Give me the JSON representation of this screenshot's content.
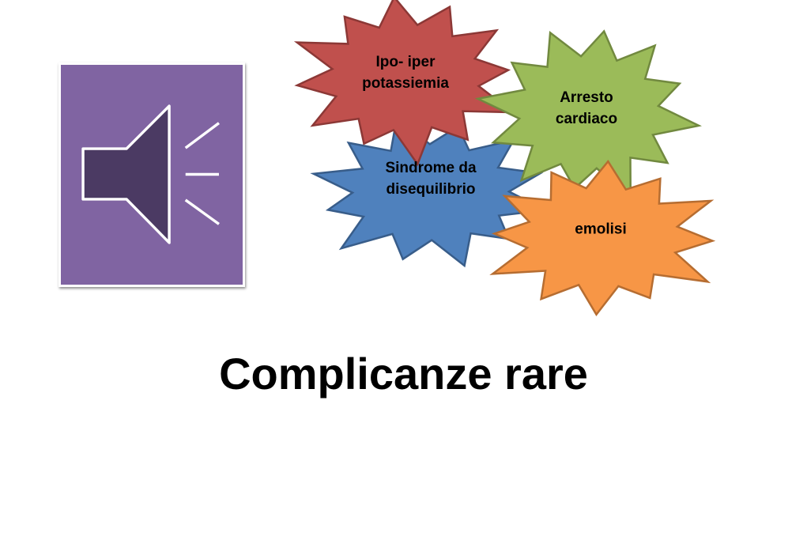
{
  "speaker": {
    "icon": "speaker-icon",
    "background": "#8064a2",
    "fill": "#4b3a63"
  },
  "bursts": [
    {
      "id": "disequilibrio",
      "lines": [
        "Sindrome da",
        "disequilibrio"
      ],
      "fill": "#4f81bd",
      "stroke": "#385d8a"
    },
    {
      "id": "potassiemia",
      "lines": [
        "Ipo- iper",
        "potassiemia"
      ],
      "fill": "#c0504d",
      "stroke": "#8c3836"
    },
    {
      "id": "arresto",
      "lines": [
        "Arresto",
        "cardiaco"
      ],
      "fill": "#9bbb59",
      "stroke": "#71893f"
    },
    {
      "id": "emolisi",
      "lines": [
        "emolisi"
      ],
      "fill": "#f79646",
      "stroke": "#b66d31"
    }
  ],
  "title": "Complicanze rare"
}
